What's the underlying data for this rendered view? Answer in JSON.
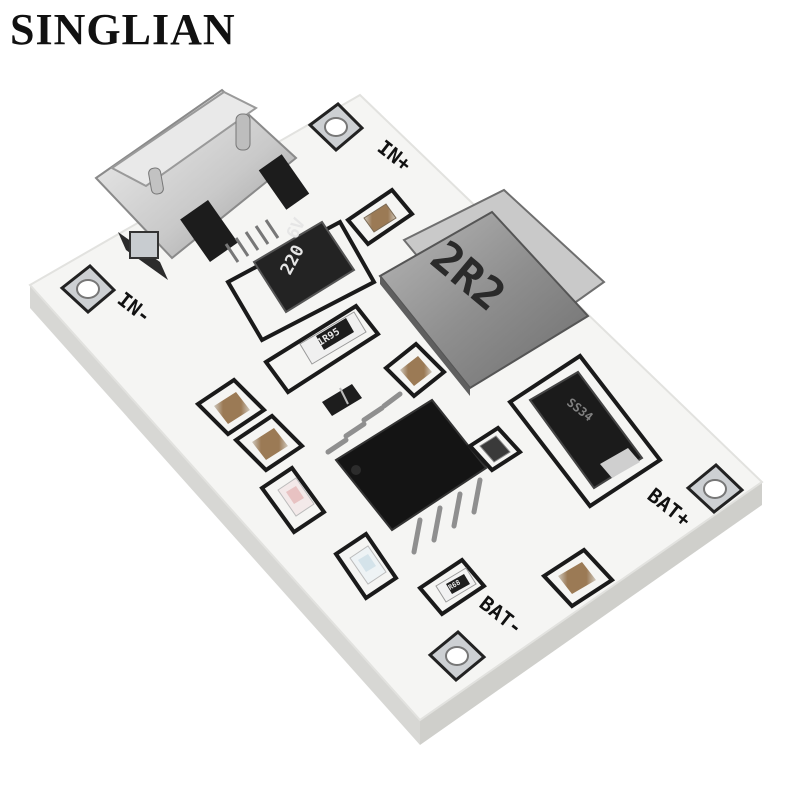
{
  "brand": {
    "name": "SINGLIAN"
  },
  "board": {
    "silkscreen": {
      "in_plus": "IN+",
      "in_minus": "IN-",
      "bat_plus": "BAT+",
      "bat_minus": "BAT-"
    },
    "inductor_marking": "2R2",
    "capacitor_marking_value": "220",
    "capacitor_marking_voltage": "6V",
    "resistor_marking": "1R95",
    "resistor_small_marking": "R68",
    "diode_marking": "SS34"
  },
  "colors": {
    "pcb": "#f4f4f2",
    "pcb_edge": "#d9d9d6",
    "silk": "#1a1a1a",
    "pad": "#c9cccf"
  }
}
